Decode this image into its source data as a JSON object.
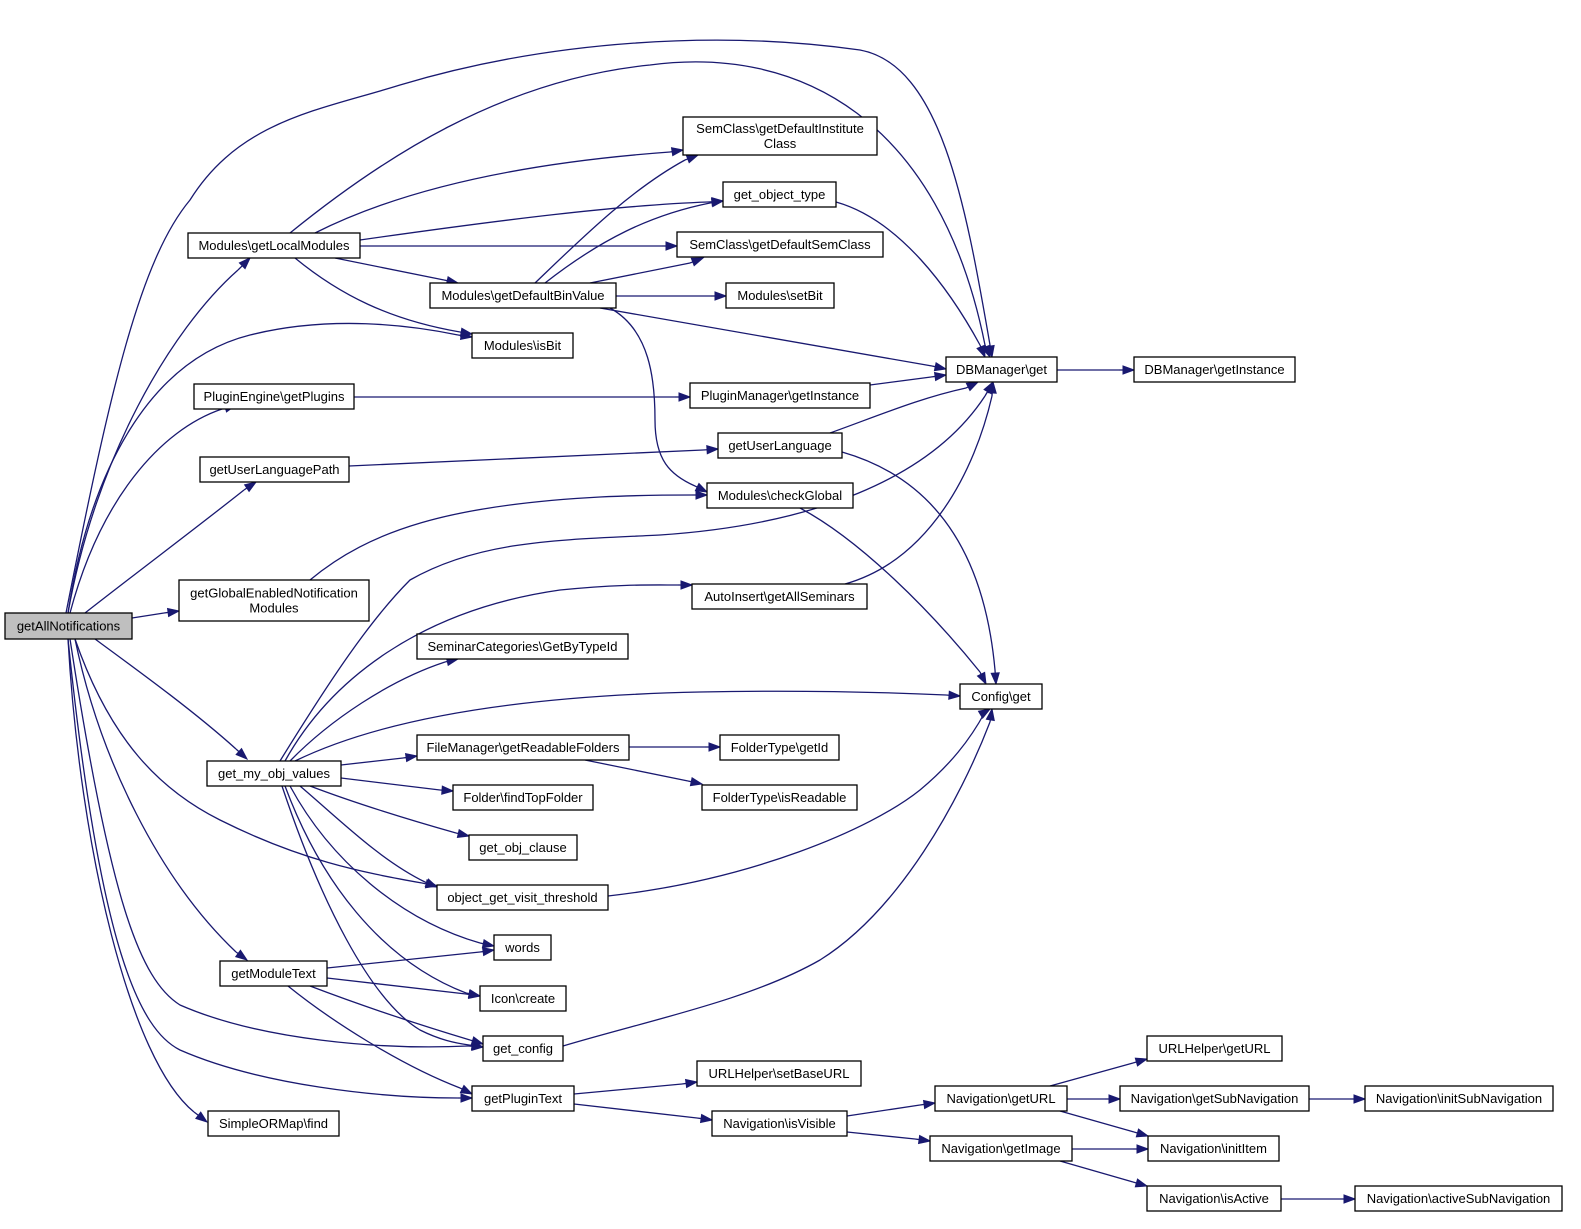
{
  "diagram": {
    "type": "call-graph",
    "nodes": {
      "root": [
        "getAllNotifications"
      ],
      "getLocalModules": [
        "Modules\\getLocalModules"
      ],
      "getPlugins": [
        "PluginEngine\\getPlugins"
      ],
      "getUserLanguagePath": [
        "getUserLanguagePath"
      ],
      "getGlobalEnabled": [
        "getGlobalEnabledNotification",
        "Modules"
      ],
      "get_my_obj_values": [
        "get_my_obj_values"
      ],
      "getModuleText": [
        "getModuleText"
      ],
      "find": [
        "SimpleORMap\\find"
      ],
      "getDefaultBinValue": [
        "Modules\\getDefaultBinValue"
      ],
      "isBit": [
        "Modules\\isBit"
      ],
      "getDefaultInstituteClass": [
        "SemClass\\getDefaultInstitute",
        "Class"
      ],
      "get_object_type": [
        "get_object_type"
      ],
      "getDefaultSemClass": [
        "SemClass\\getDefaultSemClass"
      ],
      "setBit": [
        "Modules\\setBit"
      ],
      "pmGetInstance": [
        "PluginManager\\getInstance"
      ],
      "getUserLanguage": [
        "getUserLanguage"
      ],
      "checkGlobal": [
        "Modules\\checkGlobal"
      ],
      "getAllSeminars": [
        "AutoInsert\\getAllSeminars"
      ],
      "getByTypeId": [
        "SeminarCategories\\GetByTypeId"
      ],
      "getReadableFolders": [
        "FileManager\\getReadableFolders"
      ],
      "findTopFolder": [
        "Folder\\findTopFolder"
      ],
      "get_obj_clause": [
        "get_obj_clause"
      ],
      "object_get_visit_threshold": [
        "object_get_visit_threshold"
      ],
      "words": [
        "words"
      ],
      "iconCreate": [
        "Icon\\create"
      ],
      "get_config": [
        "get_config"
      ],
      "getPluginText": [
        "getPluginText"
      ],
      "dbGet": [
        "DBManager\\get"
      ],
      "dbGetInstance": [
        "DBManager\\getInstance"
      ],
      "configGet": [
        "Config\\get"
      ],
      "folderTypeGetId": [
        "FolderType\\getId"
      ],
      "folderTypeIsReadable": [
        "FolderType\\isReadable"
      ],
      "setBaseURL": [
        "URLHelper\\setBaseURL"
      ],
      "navIsVisible": [
        "Navigation\\isVisible"
      ],
      "navGetURL": [
        "Navigation\\getURL"
      ],
      "navGetImage": [
        "Navigation\\getImage"
      ],
      "urlHelperGetURL": [
        "URLHelper\\getURL"
      ],
      "navGetSubNavigation": [
        "Navigation\\getSubNavigation"
      ],
      "navInitItem": [
        "Navigation\\initItem"
      ],
      "navIsActive": [
        "Navigation\\isActive"
      ],
      "navInitSubNavigation": [
        "Navigation\\initSubNavigation"
      ],
      "navActiveSubNavigation": [
        "Navigation\\activeSubNavigation"
      ]
    },
    "edges": [
      [
        "root",
        "getLocalModules"
      ],
      [
        "root",
        "getPlugins"
      ],
      [
        "root",
        "getUserLanguagePath"
      ],
      [
        "root",
        "getGlobalEnabled"
      ],
      [
        "root",
        "get_my_obj_values"
      ],
      [
        "root",
        "getModuleText"
      ],
      [
        "root",
        "find"
      ],
      [
        "root",
        "dbGet"
      ],
      [
        "root",
        "isBit"
      ],
      [
        "root",
        "object_get_visit_threshold"
      ],
      [
        "root",
        "get_config"
      ],
      [
        "root",
        "getPluginText"
      ],
      [
        "getLocalModules",
        "dbGet"
      ],
      [
        "getLocalModules",
        "getDefaultInstituteClass"
      ],
      [
        "getLocalModules",
        "get_object_type"
      ],
      [
        "getLocalModules",
        "getDefaultSemClass"
      ],
      [
        "getLocalModules",
        "getDefaultBinValue"
      ],
      [
        "getLocalModules",
        "isBit"
      ],
      [
        "getDefaultBinValue",
        "getDefaultInstituteClass"
      ],
      [
        "getDefaultBinValue",
        "get_object_type"
      ],
      [
        "getDefaultBinValue",
        "getDefaultSemClass"
      ],
      [
        "getDefaultBinValue",
        "setBit"
      ],
      [
        "getDefaultBinValue",
        "dbGet"
      ],
      [
        "getDefaultBinValue",
        "checkGlobal"
      ],
      [
        "get_object_type",
        "dbGet"
      ],
      [
        "getPlugins",
        "pmGetInstance"
      ],
      [
        "pmGetInstance",
        "dbGet"
      ],
      [
        "getUserLanguagePath",
        "getUserLanguage"
      ],
      [
        "getUserLanguage",
        "dbGet"
      ],
      [
        "getUserLanguage",
        "configGet"
      ],
      [
        "getGlobalEnabled",
        "checkGlobal"
      ],
      [
        "checkGlobal",
        "configGet"
      ],
      [
        "getAllSeminars",
        "dbGet"
      ],
      [
        "get_my_obj_values",
        "dbGet"
      ],
      [
        "get_my_obj_values",
        "getAllSeminars"
      ],
      [
        "get_my_obj_values",
        "getByTypeId"
      ],
      [
        "get_my_obj_values",
        "configGet"
      ],
      [
        "get_my_obj_values",
        "getReadableFolders"
      ],
      [
        "get_my_obj_values",
        "findTopFolder"
      ],
      [
        "get_my_obj_values",
        "get_obj_clause"
      ],
      [
        "get_my_obj_values",
        "object_get_visit_threshold"
      ],
      [
        "get_my_obj_values",
        "words"
      ],
      [
        "get_my_obj_values",
        "iconCreate"
      ],
      [
        "get_my_obj_values",
        "get_config"
      ],
      [
        "getReadableFolders",
        "folderTypeGetId"
      ],
      [
        "getReadableFolders",
        "folderTypeIsReadable"
      ],
      [
        "object_get_visit_threshold",
        "configGet"
      ],
      [
        "get_config",
        "configGet"
      ],
      [
        "getModuleText",
        "words"
      ],
      [
        "getModuleText",
        "iconCreate"
      ],
      [
        "getModuleText",
        "get_config"
      ],
      [
        "getModuleText",
        "getPluginText"
      ],
      [
        "getPluginText",
        "setBaseURL"
      ],
      [
        "getPluginText",
        "navIsVisible"
      ],
      [
        "navIsVisible",
        "navGetURL"
      ],
      [
        "navIsVisible",
        "navGetImage"
      ],
      [
        "navGetURL",
        "urlHelperGetURL"
      ],
      [
        "navGetURL",
        "navGetSubNavigation"
      ],
      [
        "navGetURL",
        "navInitItem"
      ],
      [
        "navGetImage",
        "navInitItem"
      ],
      [
        "navGetImage",
        "navIsActive"
      ],
      [
        "navGetSubNavigation",
        "navInitSubNavigation"
      ],
      [
        "navIsActive",
        "navActiveSubNavigation"
      ],
      [
        "dbGet",
        "dbGetInstance"
      ]
    ],
    "colors": {
      "edge": "#191970",
      "node_border": "#000000",
      "node_fill": "#ffffff",
      "root_fill": "#bfbfbf"
    }
  }
}
